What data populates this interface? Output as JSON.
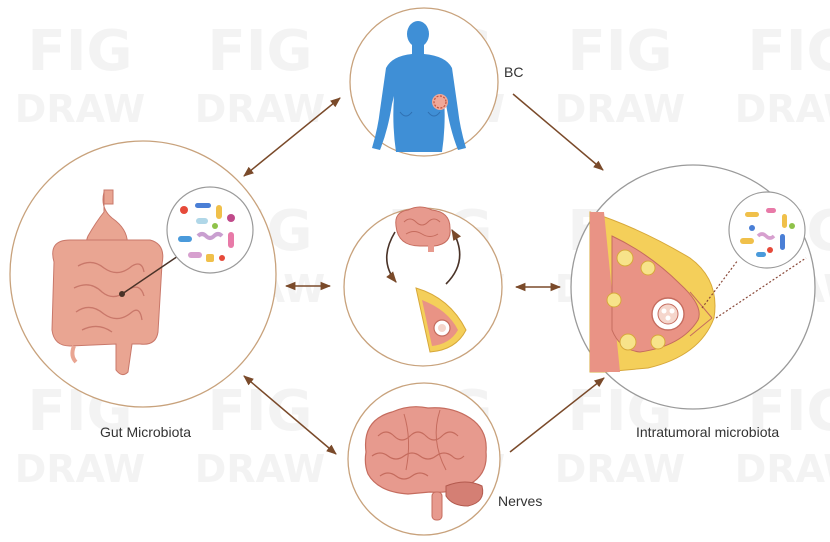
{
  "nodes": {
    "bc": {
      "label": "BC"
    },
    "gut": {
      "label": "Gut Microbiota"
    },
    "intratumoral": {
      "label": "Intratumoral microbiota"
    },
    "nerves": {
      "label": "Nerves"
    }
  },
  "watermark": {
    "line1": "FIG",
    "line2": "DRAW"
  },
  "colors": {
    "circle_border": "#c8a27c",
    "arrow": "#7a4a2a",
    "body_blue": "#3f8fd6",
    "gut_pink": "#e9a592",
    "brain_pink": "#e79a8e",
    "breast_yellow": "#f4cf5a",
    "breast_tissue": "#e99385"
  }
}
